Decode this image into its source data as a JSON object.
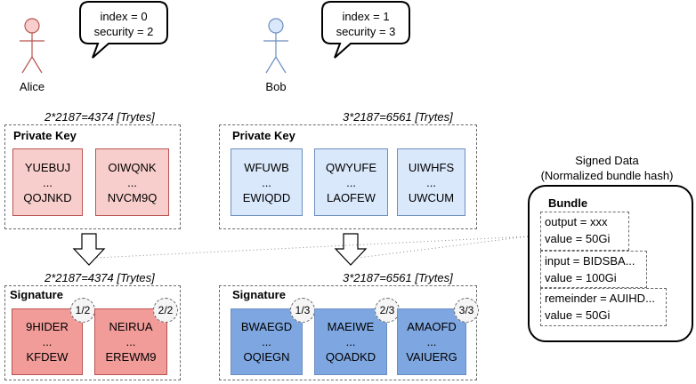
{
  "actors": {
    "alice": {
      "name": "Alice",
      "color": "#f8cecc",
      "stroke": "#b85450",
      "bubble": [
        "index = 0",
        "security = 2"
      ]
    },
    "bob": {
      "name": "Bob",
      "color": "#dae8fc",
      "stroke": "#6c8ebf",
      "bubble": [
        "index = 1",
        "security = 3"
      ]
    }
  },
  "alice": {
    "pk_size": "2*2187=4374 [Trytes]",
    "pk_title": "Private Key",
    "pk_keys": [
      {
        "top": "YUEBUJ",
        "mid": "...",
        "bot": "QOJNKD"
      },
      {
        "top": "OIWQNK",
        "mid": "...",
        "bot": "NVCM9Q"
      }
    ],
    "sig_size": "2*2187=4374 [Trytes]",
    "sig_title": "Signature",
    "sig_keys": [
      {
        "top": "9HIDER",
        "mid": "...",
        "bot": "KFDEW",
        "badge": "1/2"
      },
      {
        "top": "NEIRUA",
        "mid": "...",
        "bot": "EREWM9",
        "badge": "2/2"
      }
    ]
  },
  "bob": {
    "pk_size": "3*2187=6561 [Trytes]",
    "pk_title": "Private Key",
    "pk_keys": [
      {
        "top": "WFUWB",
        "mid": "...",
        "bot": "EWIQDD"
      },
      {
        "top": "QWYUFE",
        "mid": "...",
        "bot": "LAOFEW"
      },
      {
        "top": "UIWHFS",
        "mid": "...",
        "bot": "UWCUM"
      }
    ],
    "sig_size": "3*2187=6561 [Trytes]",
    "sig_title": "Signature",
    "sig_keys": [
      {
        "top": "BWAEGD",
        "mid": "...",
        "bot": "OQIEGN",
        "badge": "1/3"
      },
      {
        "top": "MAEIWE",
        "mid": "...",
        "bot": "QOADKD",
        "badge": "2/3"
      },
      {
        "top": "AMAOFD",
        "mid": "...",
        "bot": "VAIUERG",
        "badge": "3/3"
      }
    ]
  },
  "signed_data": {
    "caption_line1": "Signed Data",
    "caption_line2": "(Normalized bundle hash)",
    "bundle_title": "Bundle",
    "rows": [
      {
        "line1": "output = xxx",
        "line2": "value = 50Gi"
      },
      {
        "line1": "input = BIDSBA...",
        "line2": "value = 100Gi"
      },
      {
        "line1": "remeinder = AUIHD...",
        "line2": "value = 50Gi"
      }
    ]
  }
}
